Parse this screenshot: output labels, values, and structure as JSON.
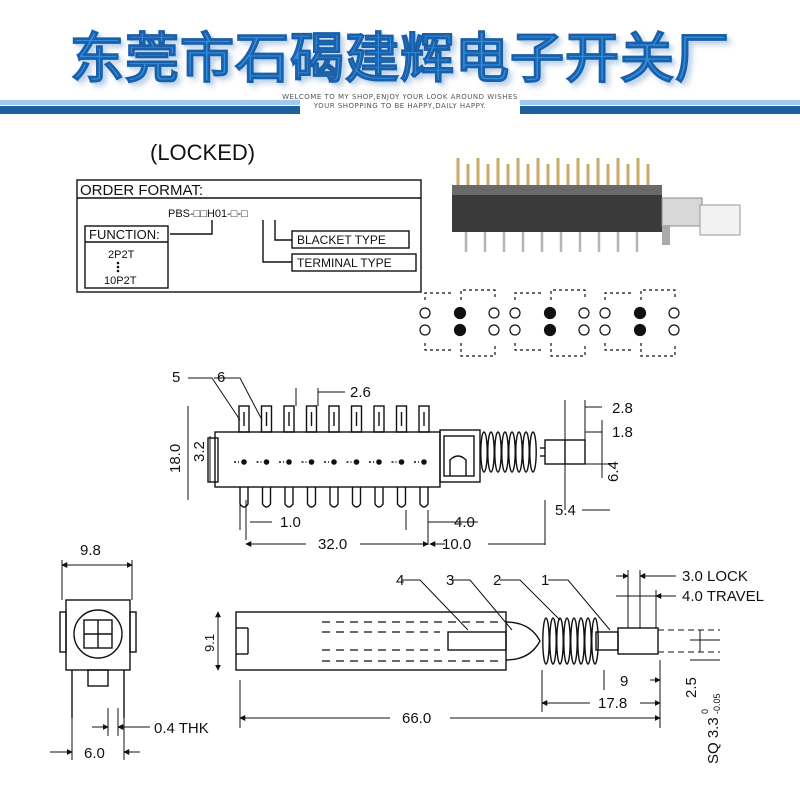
{
  "header": {
    "company_name": "东莞市石碣建辉电子开关厂",
    "tagline_1": "WELCOME TO MY SHOP,ENJOY YOUR LOOK AROUND WISHES",
    "tagline_2": "YOUR SHOPPING TO BE HAPPY,DAILY HAPPY.",
    "colors": {
      "title": "#2e8fe0",
      "title_outline": "#1a5fa8",
      "stripe_light": "#9fc9ef",
      "stripe_dark": "#1f5f9e"
    }
  },
  "title": "(LOCKED)",
  "order_format": {
    "heading": "ORDER FORMAT:",
    "code": "PBS-□□H01-□-□",
    "function_label": "FUNCTION:",
    "function_first": "2P2T",
    "function_last": "10P2T",
    "bracket_type": "BLACKET TYPE",
    "terminal_type": "TERMINAL TYPE"
  },
  "top_view": {
    "labels": [
      "5",
      "6"
    ],
    "dims": [
      "2.6",
      "2.8",
      "1.8",
      "18.0",
      "3.2",
      "6.4",
      "5.4",
      "1.0",
      "4.0",
      "32.0",
      "10.0"
    ]
  },
  "end_view": {
    "dims": [
      "9.8",
      "0.4 THK",
      "6.0"
    ]
  },
  "side_view": {
    "labels": [
      "4",
      "3",
      "2",
      "1"
    ],
    "dims": [
      "3.0 LOCK",
      "4.0 TRAVEL",
      "9.1",
      "9",
      "17.8",
      "66.0",
      "2.5"
    ],
    "sq_main": "SQ 3.3",
    "sq_tol_upper": "0",
    "sq_tol_lower": "-0.05"
  }
}
